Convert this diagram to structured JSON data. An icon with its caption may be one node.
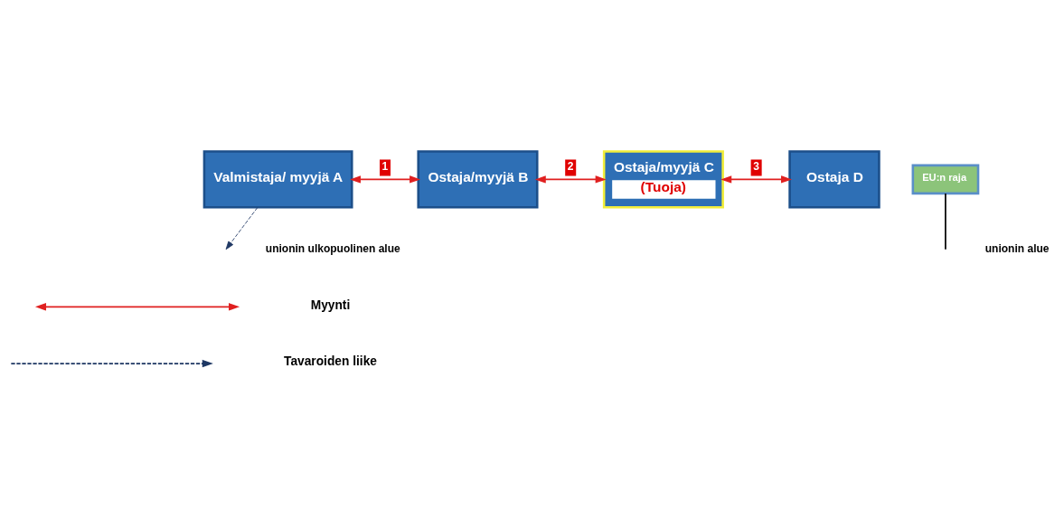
{
  "diagram": {
    "nodes": [
      {
        "text": [
          "Valmistaja/ myyjä A"
        ]
      },
      {
        "text": [
          "Ostaja/myyjä B"
        ]
      },
      {
        "text": [
          "Ostaja/myyjä C",
          "(Tuoja)"
        ]
      },
      {
        "text": [
          "Ostaja D"
        ]
      },
      {
        "text": [
          "EU:n raja"
        ]
      }
    ],
    "edges": [
      {
        "from": 0,
        "to": 1,
        "arrow": "both",
        "label": "1"
      },
      {
        "from": 1,
        "to": 2,
        "arrow": "both",
        "label": "2"
      },
      {
        "from": 2,
        "to": 3,
        "arrow": "both",
        "label": "3"
      },
      {
        "from": 0,
        "to": null,
        "arrow": "to",
        "style": "dashed",
        "color": "#1f3864"
      },
      {
        "from": 4,
        "to": null,
        "arrow": "none",
        "color": "#000000"
      }
    ],
    "labels": [
      "unionin ulkopuolinen alue",
      "unionin alue"
    ],
    "legend": [
      {
        "text": "Myynti"
      },
      {
        "text": "Tavaroiden liike"
      }
    ]
  }
}
